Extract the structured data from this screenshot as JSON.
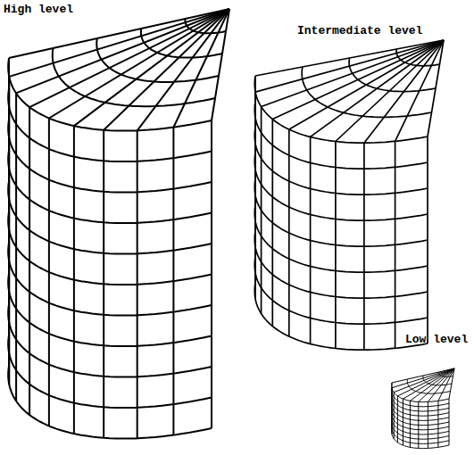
{
  "diagram": {
    "labels": [
      "High level",
      "Intermediate level",
      "Low level"
    ]
  }
}
